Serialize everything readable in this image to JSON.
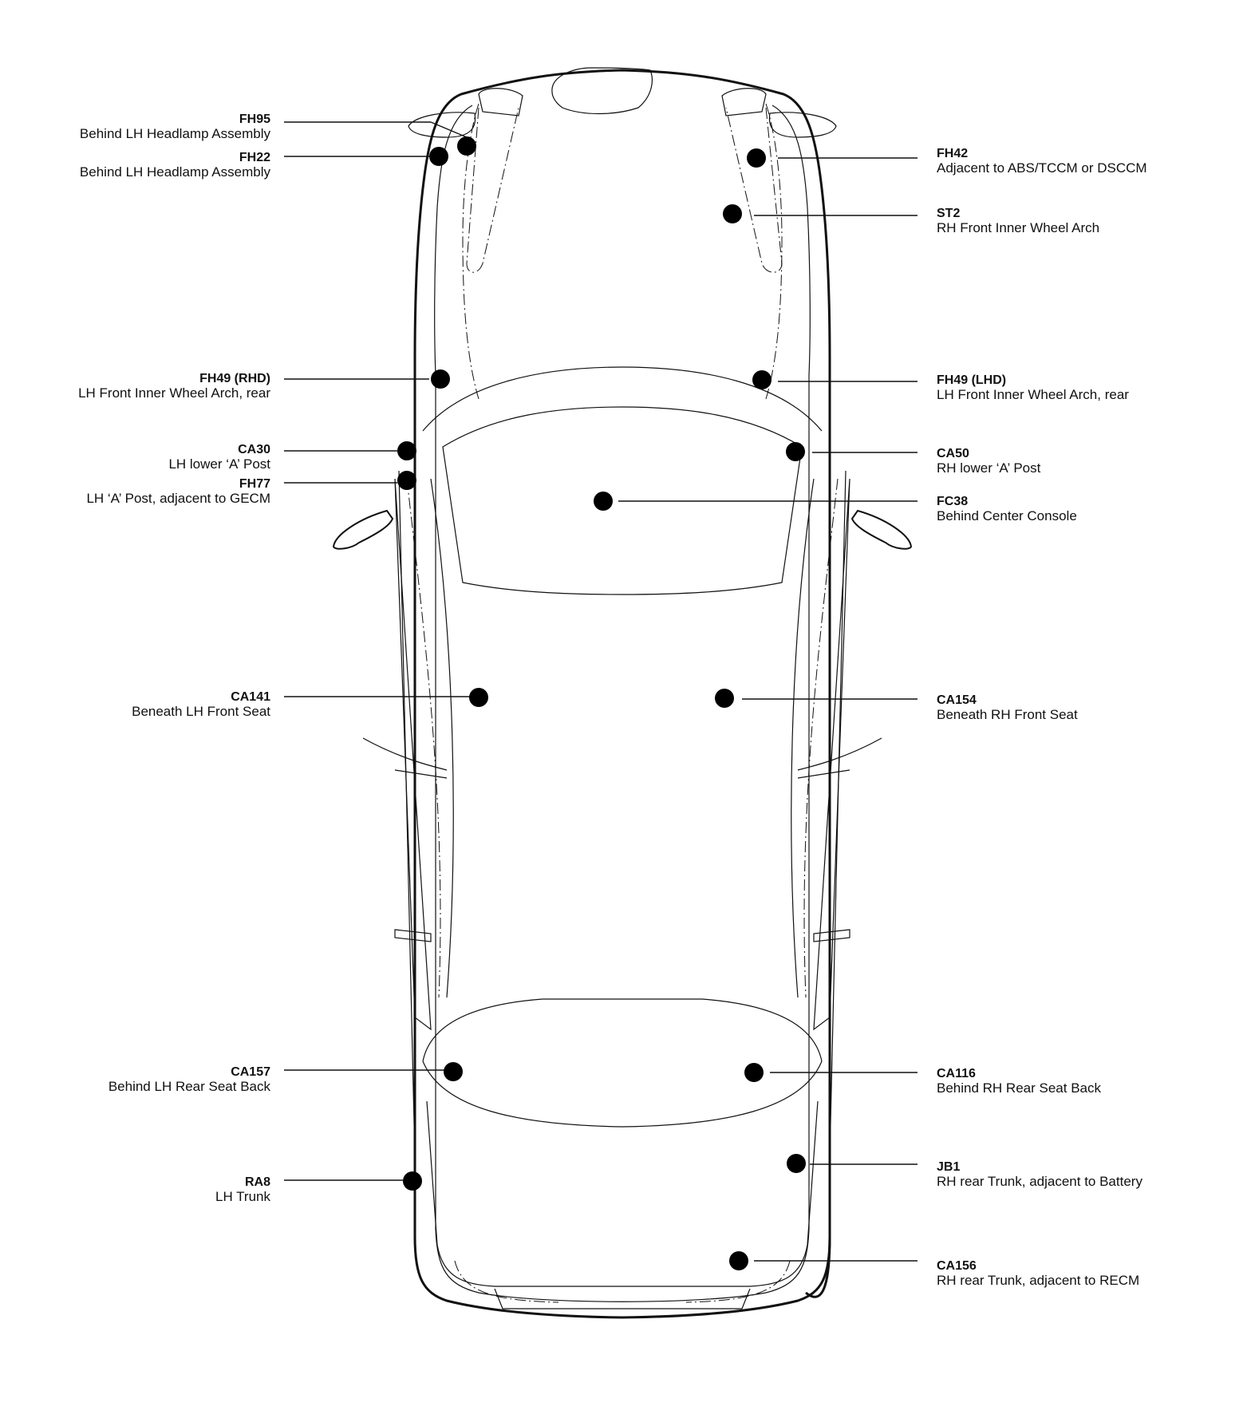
{
  "locations": [
    {
      "code": "FH95",
      "desc": "Behind LH Headlamp Assembly"
    },
    {
      "code": "FH22",
      "desc": "Behind LH Headlamp Assembly"
    },
    {
      "code": "FH42",
      "desc": "Adjacent to ABS/TCCM or DSCCM"
    },
    {
      "code": "ST2",
      "desc": "RH Front Inner Wheel Arch"
    },
    {
      "code": "FH49 (RHD)",
      "desc": "LH Front Inner Wheel Arch, rear"
    },
    {
      "code": "FH49 (LHD)",
      "desc": "LH Front Inner Wheel Arch, rear"
    },
    {
      "code": "CA30",
      "desc": "LH lower ‘A’ Post"
    },
    {
      "code": "CA50",
      "desc": "RH lower ‘A’ Post"
    },
    {
      "code": "FH77",
      "desc": "LH ‘A’ Post, adjacent to GECM"
    },
    {
      "code": "FC38",
      "desc": "Behind Center Console"
    },
    {
      "code": "CA141",
      "desc": "Beneath LH Front Seat"
    },
    {
      "code": "CA154",
      "desc": "Beneath RH Front Seat"
    },
    {
      "code": "CA157",
      "desc": "Behind LH Rear Seat Back"
    },
    {
      "code": "CA116",
      "desc": "Behind RH Rear Seat Back"
    },
    {
      "code": "RA8",
      "desc": "LH Trunk"
    },
    {
      "code": "JB1",
      "desc": "RH rear Trunk, adjacent to Battery"
    },
    {
      "code": "CA156",
      "desc": "RH rear Trunk, adjacent to RECM"
    }
  ]
}
